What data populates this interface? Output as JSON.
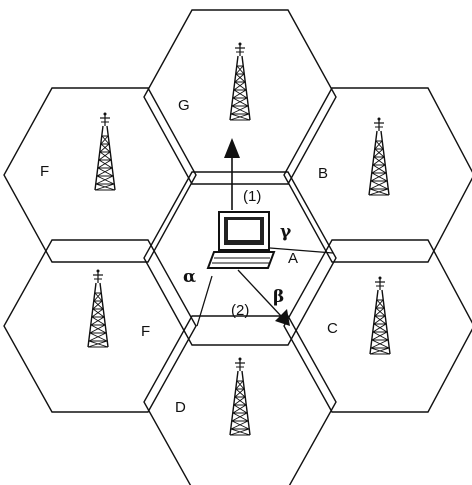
{
  "cells": {
    "g": {
      "label": "G"
    },
    "f_upper": {
      "label": "F"
    },
    "b": {
      "label": "B"
    },
    "a": {
      "label": "A"
    },
    "e_lower": {
      "label": "F"
    },
    "c": {
      "label": "C"
    },
    "d": {
      "label": "D"
    }
  },
  "paths": {
    "path1": {
      "label": "(1)"
    },
    "path2": {
      "label": "(2)"
    }
  },
  "angles": {
    "alpha": "α",
    "beta": "β",
    "gamma": "γ"
  },
  "icons": {
    "tower": "cell-tower-icon",
    "laptop": "laptop-icon"
  },
  "colors": {
    "stroke": "#111111",
    "background": "#ffffff"
  }
}
